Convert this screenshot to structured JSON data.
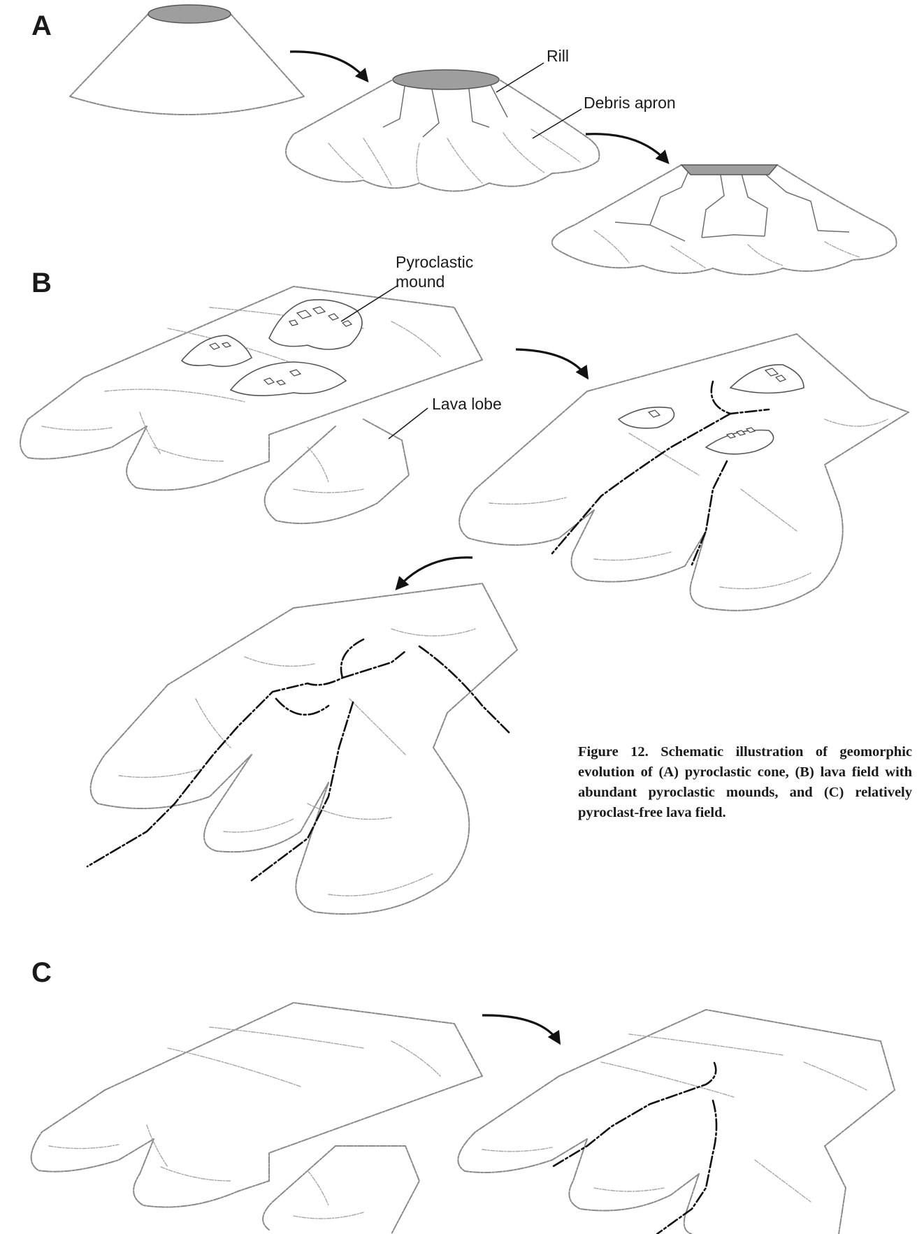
{
  "panels": {
    "a": {
      "letter": "A",
      "labels": {
        "rill": "Rill",
        "debris_apron": "Debris apron"
      }
    },
    "b": {
      "letter": "B",
      "labels": {
        "pyroclastic_mound_line1": "Pyroclastic",
        "pyroclastic_mound_line2": "mound",
        "lava_lobe": "Lava lobe"
      }
    },
    "c": {
      "letter": "C"
    }
  },
  "caption": {
    "text": "Figure 12. Schematic illustration of geomorphic evolution of (A) pyroclastic cone, (B) lava field with abundant pyroclastic mounds, and (C) relatively pyroclast-free lava field."
  },
  "colors": {
    "crater_fill": "#9e9e9e",
    "sketch_stroke": "#8a8a8a",
    "arrow": "#111111"
  }
}
